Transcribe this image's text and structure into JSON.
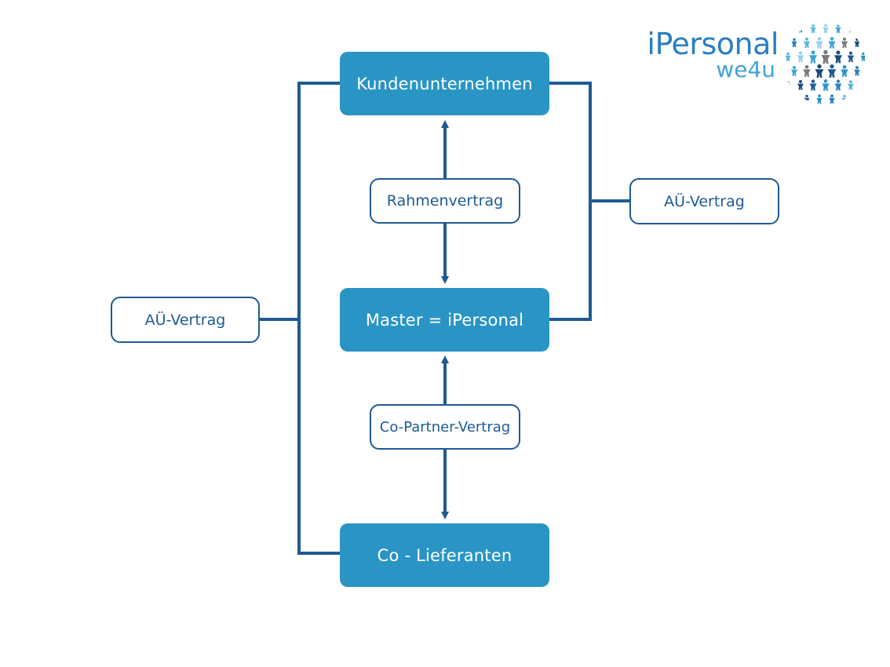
{
  "logo": {
    "brand": "iPersonal",
    "tagline": "we4u"
  },
  "nodes": {
    "top": "Kundenunternehmen",
    "middle": "Master = iPersonal",
    "bottom": "Co - Lieferanten"
  },
  "contracts": {
    "upper": "Rahmenvertrag",
    "lower": "Co-Partner-Vertrag",
    "left": "AÜ-Vertrag",
    "right": "AÜ-Vertrag"
  },
  "colors": {
    "box_fill": "#2a95c5",
    "line": "#1e5a93",
    "brand_dark": "#2a7fc0",
    "brand_light": "#3fa3d8"
  }
}
